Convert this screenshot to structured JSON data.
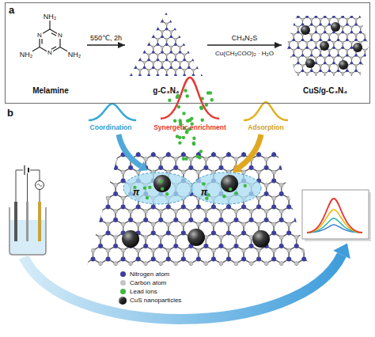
{
  "diagram": {
    "nodes": [
      {
        "text": [
          "a"
        ]
      },
      {
        "text": [
          "Melamine"
        ],
        "in": 0
      },
      {
        "text": [
          "g-C₃N₄"
        ],
        "in": 0
      },
      {
        "text": [
          "CuS/g-C₃N₄"
        ],
        "in": 0
      }
    ],
    "edges": [
      {
        "from": 1,
        "to": 2,
        "arrow": "to",
        "label": "550℃, 2h"
      },
      {
        "from": 2,
        "to": 3,
        "arrow": "to",
        "label": "CH₄N₂S"
      }
    ],
    "labels": [
      "NH₂",
      "N",
      "N",
      "N",
      "NH₂",
      "NH₂",
      "Cu(CH₃COO)₂ · H₂O",
      "b",
      "Coordination",
      "Synergetic enrichment",
      "Adsorption",
      "π",
      "π"
    ],
    "legend": [
      {
        "text": "Nitrogen atom",
        "color": "#3d3f9e"
      },
      {
        "text": "Carbon atom",
        "color": "#c4c4c4"
      },
      {
        "text": "Lead ions",
        "color": "#3cb93c"
      },
      {
        "text": "CuS nanoparticles",
        "color": "#2b2b2b"
      }
    ]
  }
}
